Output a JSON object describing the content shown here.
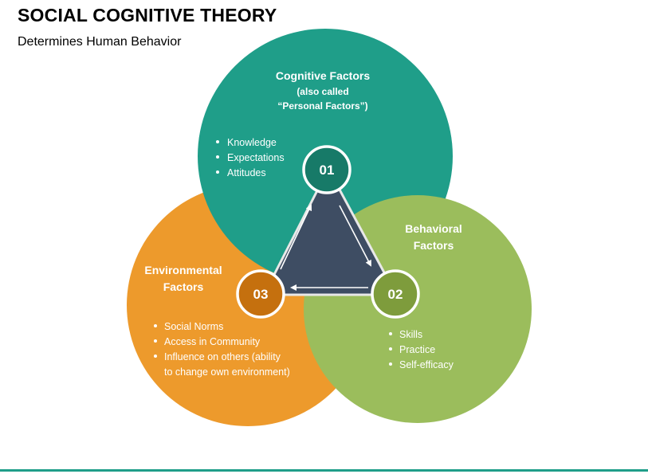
{
  "header": {
    "title": "SOCIAL COGNITIVE THEORY",
    "subtitle": "Determines Human Behavior"
  },
  "factors": {
    "cognitive": {
      "number": "01",
      "title": "Cognitive Factors",
      "subtitle_1": "(also called",
      "subtitle_2": "“Personal Factors”)",
      "items": [
        "Knowledge",
        "Expectations",
        "Attitudes"
      ],
      "color": "#1f9e89",
      "node_color": "#177a68"
    },
    "behavioral": {
      "number": "02",
      "title_1": "Behavioral",
      "title_2": "Factors",
      "items": [
        "Skills",
        "Practice",
        "Self-efficacy"
      ],
      "color": "#9bbd5c",
      "node_color": "#7e9c3c"
    },
    "environmental": {
      "number": "03",
      "title_1": "Environmental",
      "title_2": "Factors",
      "items": [
        "Social Norms",
        "Access in Community",
        "Influence on others (ability",
        "to change own environment)"
      ],
      "color": "#ed9a2c",
      "node_color": "#c5700e"
    }
  },
  "center": {
    "color": "#3e4d63"
  }
}
